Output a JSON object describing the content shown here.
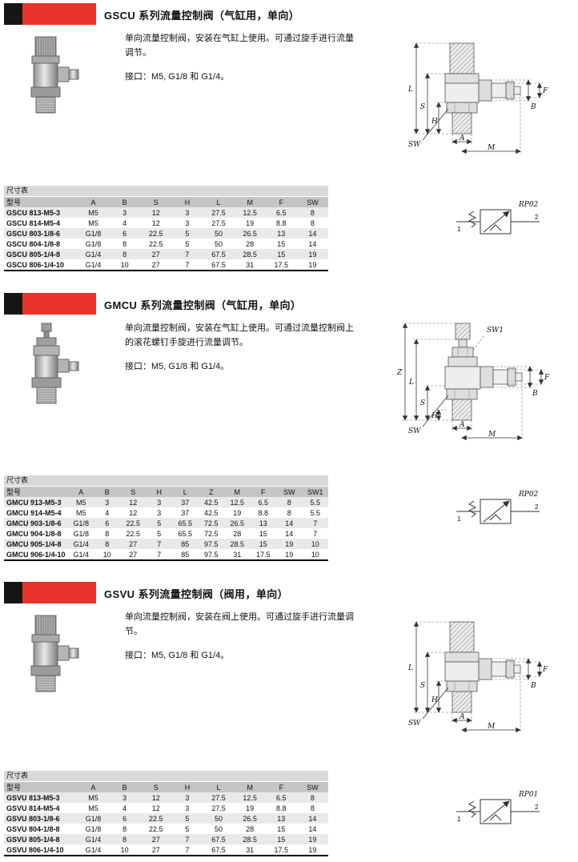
{
  "colors": {
    "banner_red": "#e8332a",
    "banner_black": "#161616",
    "table_header": "#c5c5c5",
    "row_alt": "#e9e9e9"
  },
  "sections": [
    {
      "title": "GSCU 系列流量控制阀（气缸用，单向）",
      "desc": "单向流量控制阀，安装在气缸上使用。可通过旋手进行流量调节。",
      "ports": "接口：M5, G1/8 和 G1/4。",
      "drawing": {
        "labels": {
          "L": "L",
          "S": "S",
          "H": "H",
          "SW": "SW",
          "A": "A",
          "M": "M",
          "B": "B",
          "F": "F"
        }
      },
      "symbol": {
        "code": "RP02",
        "port1": "1",
        "port2": "2"
      },
      "table": {
        "caption": "尺寸表",
        "headers": [
          "型号",
          "A",
          "B",
          "S",
          "H",
          "L",
          "M",
          "F",
          "SW"
        ],
        "rows": [
          [
            "GSCU 813-M5-3",
            "M5",
            "3",
            "12",
            "3",
            "27.5",
            "12.5",
            "6.5",
            "8"
          ],
          [
            "GSCU 814-M5-4",
            "M5",
            "4",
            "12",
            "3",
            "27.5",
            "19",
            "8.8",
            "8"
          ],
          [
            "GSCU 803-1/8-6",
            "G1/8",
            "6",
            "22.5",
            "5",
            "50",
            "26.5",
            "13",
            "14"
          ],
          [
            "GSCU 804-1/8-8",
            "G1/8",
            "8",
            "22.5",
            "5",
            "50",
            "28",
            "15",
            "14"
          ],
          [
            "GSCU 805-1/4-8",
            "G1/4",
            "8",
            "27",
            "7",
            "67.5",
            "28.5",
            "15",
            "19"
          ],
          [
            "GSCU 806-1/4-10",
            "G1/4",
            "10",
            "27",
            "7",
            "67.5",
            "31",
            "17.5",
            "19"
          ]
        ]
      }
    },
    {
      "title": "GMCU 系列流量控制阀（气缸用，单向）",
      "desc": "单向流量控制阀，安装在气缸上使用。可通过流量控制阀上的滚花螺钉手旋进行流量调节。",
      "ports": "接口：M5, G1/8 和 G1/4。",
      "drawing": {
        "labels": {
          "Z": "Z",
          "L": "L",
          "S": "S",
          "H": "H",
          "SW": "SW",
          "SW1": "SW1",
          "A": "A",
          "M": "M",
          "B": "B",
          "F": "F"
        }
      },
      "symbol": {
        "code": "RP02",
        "port1": "1",
        "port2": "2"
      },
      "table": {
        "caption": "尺寸表",
        "headers": [
          "型号",
          "A",
          "B",
          "S",
          "H",
          "L",
          "Z",
          "M",
          "F",
          "SW",
          "SW1"
        ],
        "rows": [
          [
            "GMCU 913-M5-3",
            "M5",
            "3",
            "12",
            "3",
            "37",
            "42.5",
            "12.5",
            "6.5",
            "8",
            "5.5"
          ],
          [
            "GMCU 914-M5-4",
            "M5",
            "4",
            "12",
            "3",
            "37",
            "42.5",
            "19",
            "8.8",
            "8",
            "5.5"
          ],
          [
            "GMCU 903-1/8-6",
            "G1/8",
            "6",
            "22.5",
            "5",
            "65.5",
            "72.5",
            "26.5",
            "13",
            "14",
            "7"
          ],
          [
            "GMCU 904-1/8-8",
            "G1/8",
            "8",
            "22.5",
            "5",
            "65.5",
            "72.5",
            "28",
            "15",
            "14",
            "7"
          ],
          [
            "GMCU 905-1/4-8",
            "G1/4",
            "8",
            "27",
            "7",
            "85",
            "97.5",
            "28.5",
            "15",
            "19",
            "10"
          ],
          [
            "GMCU 906-1/4-10",
            "G1/4",
            "10",
            "27",
            "7",
            "85",
            "97.5",
            "31",
            "17.5",
            "19",
            "10"
          ]
        ]
      }
    },
    {
      "title": "GSVU 系列流量控制阀（阀用，单向）",
      "desc": "单向流量控制阀，安装在阀上使用。可通过旋手进行流量调节。",
      "ports": "接口：M5, G1/8 和 G1/4。",
      "drawing": {
        "labels": {
          "L": "L",
          "S": "S",
          "H": "H",
          "SW": "SW",
          "A": "A",
          "M": "M",
          "B": "B",
          "F": "F"
        }
      },
      "symbol": {
        "code": "RP01",
        "port1": "1",
        "port2": "2"
      },
      "table": {
        "caption": "尺寸表",
        "headers": [
          "型号",
          "A",
          "B",
          "S",
          "H",
          "L",
          "M",
          "F",
          "SW"
        ],
        "rows": [
          [
            "GSVU 813-M5-3",
            "M5",
            "3",
            "12",
            "3",
            "27.5",
            "12.5",
            "6.5",
            "8"
          ],
          [
            "GSVU 814-M5-4",
            "M5",
            "4",
            "12",
            "3",
            "27.5",
            "19",
            "8.8",
            "8"
          ],
          [
            "GSVU 803-1/8-6",
            "G1/8",
            "6",
            "22.5",
            "5",
            "50",
            "26.5",
            "13",
            "14"
          ],
          [
            "GSVU 804-1/8-8",
            "G1/8",
            "8",
            "22.5",
            "5",
            "50",
            "28",
            "15",
            "14"
          ],
          [
            "GSVU 805-1/4-8",
            "G1/4",
            "8",
            "27",
            "7",
            "67.5",
            "28.5",
            "15",
            "19"
          ],
          [
            "GSVU 806-1/4-10",
            "G1/4",
            "10",
            "27",
            "7",
            "67.5",
            "31",
            "17.5",
            "19"
          ]
        ]
      }
    }
  ]
}
